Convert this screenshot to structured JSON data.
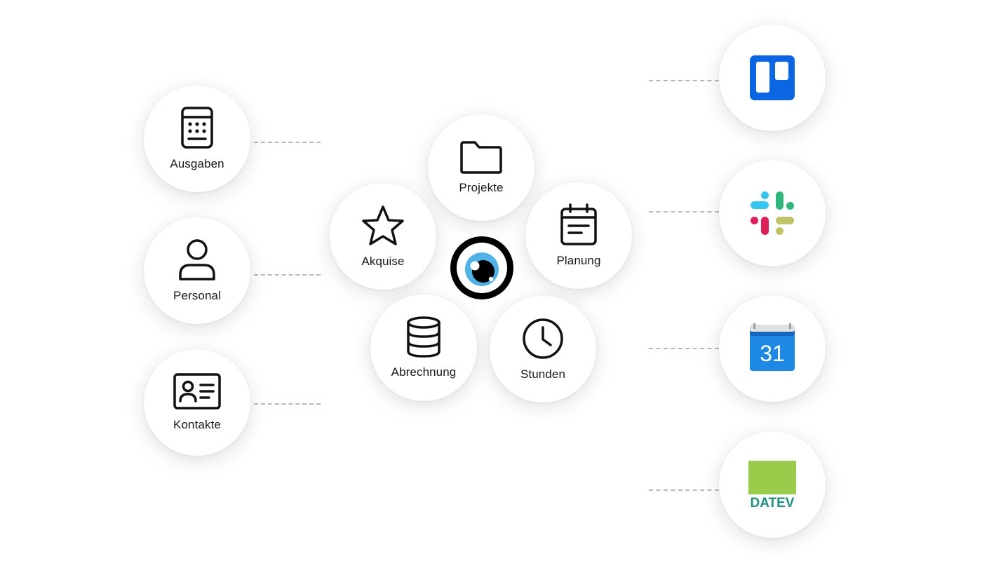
{
  "left_modules": [
    {
      "id": "ausgaben",
      "label": "Ausgaben",
      "icon": "calculator-icon"
    },
    {
      "id": "personal",
      "label": "Personal",
      "icon": "person-icon"
    },
    {
      "id": "kontakte",
      "label": "Kontakte",
      "icon": "contact-card-icon"
    }
  ],
  "core_modules": [
    {
      "id": "projekte",
      "label": "Projekte",
      "icon": "folder-icon"
    },
    {
      "id": "akquise",
      "label": "Akquise",
      "icon": "star-icon"
    },
    {
      "id": "planung",
      "label": "Planung",
      "icon": "calendar-icon"
    },
    {
      "id": "abrechnung",
      "label": "Abrechnung",
      "icon": "database-icon"
    },
    {
      "id": "stunden",
      "label": "Stunden",
      "icon": "clock-icon"
    }
  ],
  "center_logo": {
    "icon": "eye-logo-icon"
  },
  "integrations": [
    {
      "id": "trello",
      "icon": "trello-logo-icon",
      "color": "#0C66E4"
    },
    {
      "id": "slack",
      "icon": "slack-logo-icon"
    },
    {
      "id": "google-calendar",
      "icon": "google-calendar-icon",
      "day": "31",
      "color": "#1E88E5"
    },
    {
      "id": "datev",
      "icon": "datev-logo-icon",
      "text": "DATEV",
      "color": "#9ACB4A",
      "text_color": "#1D8F7D"
    }
  ],
  "colors": {
    "icon_stroke": "#111111",
    "eye_iris": "#4FB3E8",
    "connector": "#B9B9B9",
    "slack_blue": "#36C5F0",
    "slack_green": "#2EB67D",
    "slack_red": "#E01E5A",
    "slack_yellow": "#C2C46A"
  }
}
